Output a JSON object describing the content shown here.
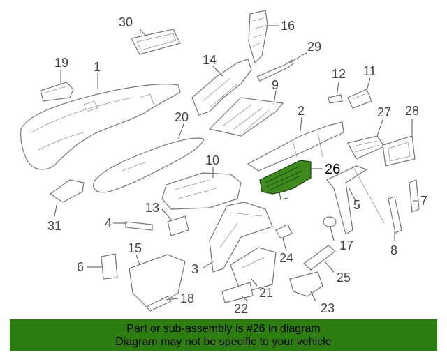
{
  "diagram": {
    "highlighted_part": "26",
    "callouts": [
      {
        "id": "1",
        "label": "1"
      },
      {
        "id": "2",
        "label": "2"
      },
      {
        "id": "3",
        "label": "3"
      },
      {
        "id": "4",
        "label": "4"
      },
      {
        "id": "5",
        "label": "5"
      },
      {
        "id": "6",
        "label": "6"
      },
      {
        "id": "7",
        "label": "7"
      },
      {
        "id": "8",
        "label": "8"
      },
      {
        "id": "9",
        "label": "9"
      },
      {
        "id": "10",
        "label": "10"
      },
      {
        "id": "11",
        "label": "11"
      },
      {
        "id": "12",
        "label": "12"
      },
      {
        "id": "13",
        "label": "13"
      },
      {
        "id": "14",
        "label": "14"
      },
      {
        "id": "15",
        "label": "15"
      },
      {
        "id": "16",
        "label": "16"
      },
      {
        "id": "17",
        "label": "17"
      },
      {
        "id": "18",
        "label": "18"
      },
      {
        "id": "19",
        "label": "19"
      },
      {
        "id": "20",
        "label": "20"
      },
      {
        "id": "21",
        "label": "21"
      },
      {
        "id": "22",
        "label": "22"
      },
      {
        "id": "23",
        "label": "23"
      },
      {
        "id": "24",
        "label": "24"
      },
      {
        "id": "25",
        "label": "25"
      },
      {
        "id": "26",
        "label": "26"
      },
      {
        "id": "27",
        "label": "27"
      },
      {
        "id": "28",
        "label": "28"
      },
      {
        "id": "29",
        "label": "29"
      },
      {
        "id": "30",
        "label": "30"
      },
      {
        "id": "31",
        "label": "31"
      }
    ],
    "colors": {
      "highlight": "#3f8a1f",
      "banner": "#2e7d10",
      "line": "#777777"
    }
  },
  "banner": {
    "line1": "Part or sub-assembly is #26 in diagram",
    "line2": "Diagram may not be specific to your vehicle"
  }
}
